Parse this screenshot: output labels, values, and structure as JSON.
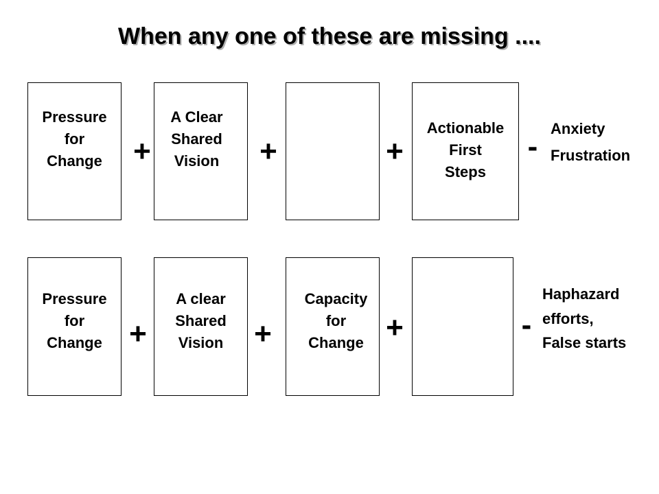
{
  "title": "When any one of these are missing ....",
  "rows": [
    {
      "boxes": [
        {
          "lines": [
            "Pressure",
            "for",
            "Change"
          ]
        },
        {
          "lines": [
            "A Clear",
            "Shared",
            "Vision"
          ]
        },
        {
          "lines": []
        },
        {
          "lines": [
            "Actionable",
            "First",
            "Steps"
          ]
        }
      ],
      "operators": [
        "+",
        "+",
        "+",
        "-"
      ],
      "result": [
        "Anxiety",
        "Frustration"
      ]
    },
    {
      "boxes": [
        {
          "lines": [
            "Pressure",
            "for",
            "Change"
          ]
        },
        {
          "lines": [
            "A clear",
            "Shared",
            "Vision"
          ]
        },
        {
          "lines": [
            "Capacity",
            "for",
            "Change"
          ]
        },
        {
          "lines": []
        }
      ],
      "operators": [
        "+",
        "+",
        "+",
        "-"
      ],
      "result": [
        "Haphazard",
        "efforts,",
        "False starts"
      ]
    }
  ]
}
